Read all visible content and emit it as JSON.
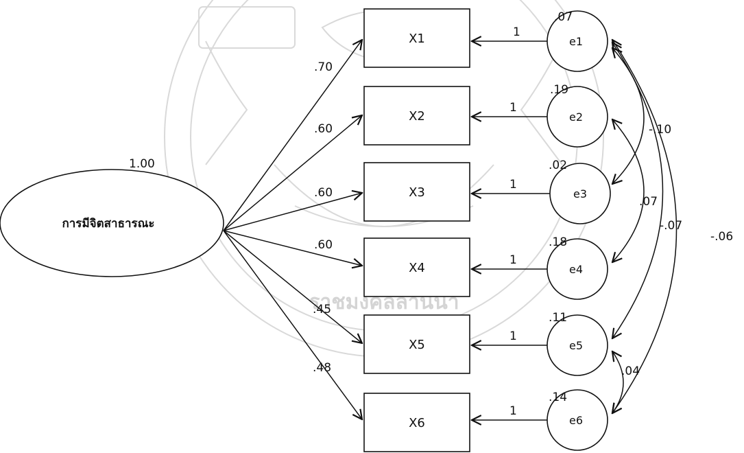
{
  "latent": {
    "name": "การมีจิตสาธารณะ",
    "variance": "1.00"
  },
  "observed": [
    {
      "name": "X1",
      "loading": ".70",
      "error": "e1",
      "error_variance": ".07",
      "fixed_path": "1"
    },
    {
      "name": "X2",
      "loading": ".60",
      "error": "e2",
      "error_variance": ".19",
      "fixed_path": "1"
    },
    {
      "name": "X3",
      "loading": ".60",
      "error": "e3",
      "error_variance": ".02",
      "fixed_path": "1"
    },
    {
      "name": "X4",
      "loading": ".60",
      "error": "e4",
      "error_variance": ".18",
      "fixed_path": "1"
    },
    {
      "name": "X5",
      "loading": ".45",
      "error": "e5",
      "error_variance": ".11",
      "fixed_path": "1"
    },
    {
      "name": "X6",
      "loading": ".48",
      "error": "e6",
      "error_variance": ".14",
      "fixed_path": "1"
    }
  ],
  "covariances": [
    {
      "from": "e1",
      "to": "e3",
      "value": "-.10"
    },
    {
      "from": "e2",
      "to": "e4",
      "value": ".07"
    },
    {
      "from": "e1",
      "to": "e5",
      "value": "-.07"
    },
    {
      "from": "e1",
      "to": "e6",
      "value": "-.06"
    },
    {
      "from": "e5",
      "to": "e6",
      "value": ".04"
    }
  ],
  "watermark": {
    "text": "ราชมงคลล้านนา",
    "color": "#d9d9d9"
  }
}
